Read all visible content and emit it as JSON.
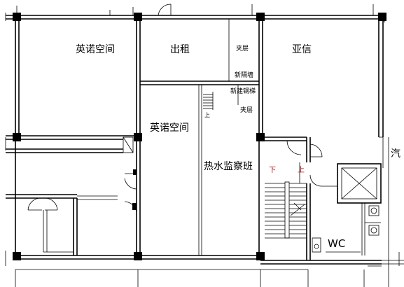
{
  "rooms": {
    "yingnuo_top": "英诺空间",
    "chuzu": "出租",
    "jiaceng_top": "夹层",
    "yaxin": "亚信",
    "new_partition": "新隔墙",
    "new_steel_stair": "新建钢梯",
    "jiaceng_mid": "夹层",
    "up_small": "上",
    "yingnuo_mid": "英诺空间",
    "heat_water": "热水监察班",
    "stair_down": "下",
    "stair_up": "上",
    "wc": "WC",
    "qi": "汽"
  }
}
